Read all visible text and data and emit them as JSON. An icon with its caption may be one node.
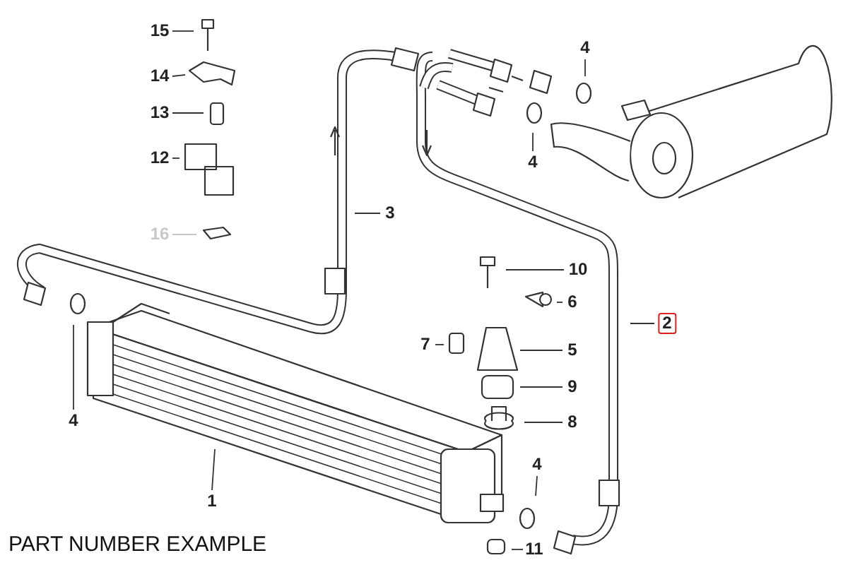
{
  "diagram": {
    "nodes": [
      {
        "text": [
          "15"
        ]
      },
      {
        "text": [
          "14"
        ]
      },
      {
        "text": [
          "13"
        ]
      },
      {
        "text": [
          "12"
        ]
      },
      {
        "text": [
          "16"
        ]
      },
      {
        "text": [
          "3"
        ]
      },
      {
        "text": [
          "4"
        ]
      },
      {
        "text": [
          "4"
        ]
      },
      {
        "text": [
          "10"
        ]
      },
      {
        "text": [
          "6"
        ]
      },
      {
        "text": [
          "2"
        ]
      },
      {
        "text": [
          "7"
        ]
      },
      {
        "text": [
          "5"
        ]
      },
      {
        "text": [
          "9"
        ]
      },
      {
        "text": [
          "8"
        ]
      },
      {
        "text": [
          "4"
        ]
      },
      {
        "text": [
          "1"
        ]
      },
      {
        "text": [
          "4"
        ]
      },
      {
        "text": [
          "11"
        ]
      }
    ],
    "edges": [
      {
        "from": 0,
        "to": null,
        "arrow": "none"
      },
      {
        "from": 1,
        "to": null,
        "arrow": "none"
      },
      {
        "from": 2,
        "to": null,
        "arrow": "none"
      },
      {
        "from": 3,
        "to": null,
        "arrow": "none"
      },
      {
        "from": 4,
        "to": null,
        "arrow": "none",
        "color": "#c8c8c8"
      },
      {
        "from": 5,
        "to": null,
        "arrow": "none"
      },
      {
        "from": 6,
        "to": null,
        "arrow": "none"
      },
      {
        "from": 7,
        "to": null,
        "arrow": "none"
      },
      {
        "from": 8,
        "to": null,
        "arrow": "none"
      },
      {
        "from": 9,
        "to": null,
        "arrow": "none"
      },
      {
        "from": 10,
        "to": null,
        "arrow": "none"
      },
      {
        "from": 11,
        "to": null,
        "arrow": "none"
      },
      {
        "from": 12,
        "to": null,
        "arrow": "none"
      },
      {
        "from": 13,
        "to": null,
        "arrow": "none"
      },
      {
        "from": 14,
        "to": null,
        "arrow": "none"
      },
      {
        "from": 15,
        "to": null,
        "arrow": "none"
      },
      {
        "from": 16,
        "to": null,
        "arrow": "none"
      },
      {
        "from": 17,
        "to": null,
        "arrow": "none"
      },
      {
        "from": 18,
        "to": null,
        "arrow": "none"
      }
    ],
    "labels": [
      "PART NUMBER EXAMPLE"
    ]
  }
}
